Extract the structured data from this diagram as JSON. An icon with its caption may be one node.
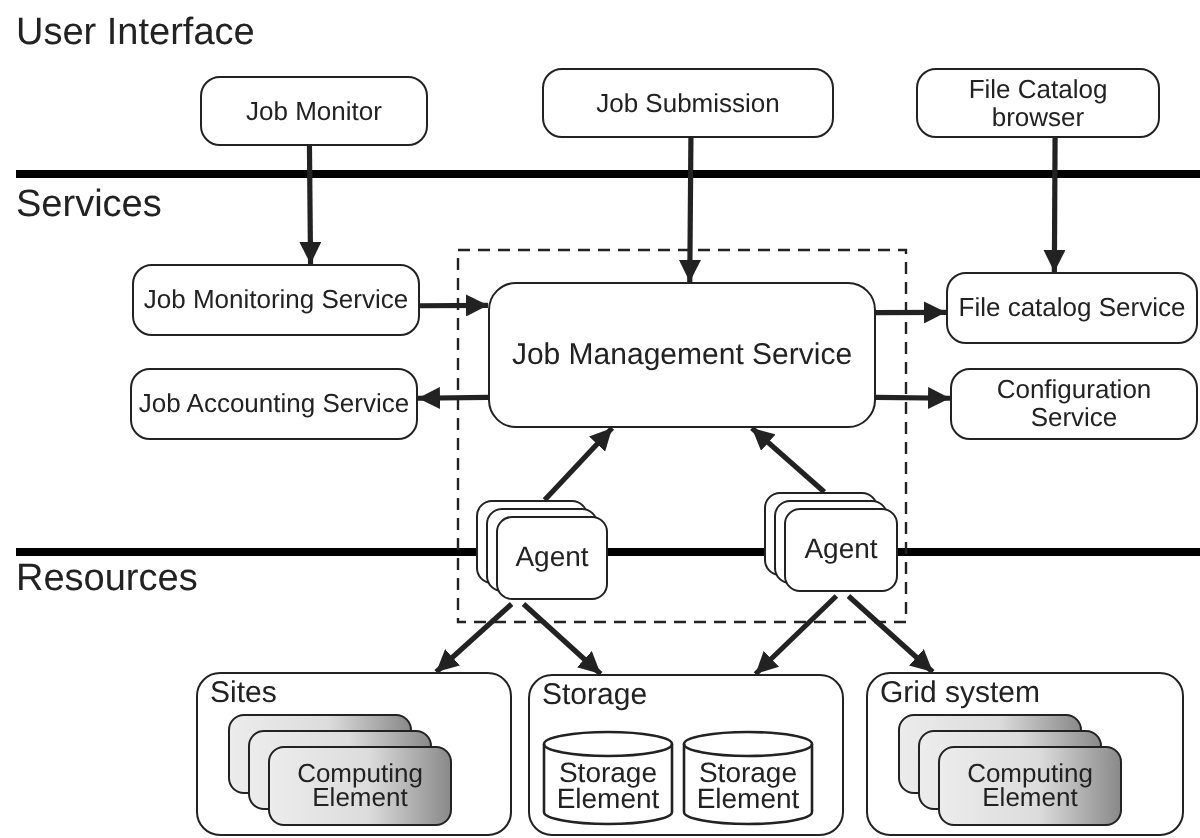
{
  "diagram": {
    "nodes": [
      {
        "text": [
          "Job Monitor"
        ]
      },
      {
        "text": [
          "Job Submission"
        ]
      },
      {
        "text": [
          "File Catalog browser"
        ]
      },
      {
        "text": [
          "Job Monitoring Service"
        ]
      },
      {
        "text": [
          "Job Accounting Service"
        ]
      },
      {
        "text": [
          "Job Management Service"
        ]
      },
      {
        "text": [
          "File catalog Service"
        ]
      },
      {
        "text": [
          "Configuration Service"
        ]
      },
      {
        "text": [
          "Agent"
        ]
      },
      {
        "text": [
          "Agent"
        ]
      },
      {
        "text": [
          "Sites"
        ]
      },
      {
        "text": [
          "Computing Element"
        ],
        "in": 10
      },
      {
        "text": [
          "Storage"
        ]
      },
      {
        "text": [
          "Storage Element"
        ],
        "in": 12
      },
      {
        "text": [
          "Storage Element"
        ],
        "in": 12
      },
      {
        "text": [
          "Grid system"
        ]
      },
      {
        "text": [
          "Computing Element"
        ],
        "in": 15
      }
    ],
    "edges": [
      {
        "from": 0,
        "to": 3,
        "arrow": "to"
      },
      {
        "from": 1,
        "to": 5,
        "arrow": "to"
      },
      {
        "from": 2,
        "to": 6,
        "arrow": "to"
      },
      {
        "from": 3,
        "to": 5,
        "arrow": "to"
      },
      {
        "from": 5,
        "to": 4,
        "arrow": "to"
      },
      {
        "from": 5,
        "to": 6,
        "arrow": "to"
      },
      {
        "from": 5,
        "to": 7,
        "arrow": "to"
      },
      {
        "from": 8,
        "to": 5,
        "arrow": "to"
      },
      {
        "from": 9,
        "to": 5,
        "arrow": "to"
      },
      {
        "from": 8,
        "to": 10,
        "arrow": "to"
      },
      {
        "from": 8,
        "to": 12,
        "arrow": "to"
      },
      {
        "from": 9,
        "to": 12,
        "arrow": "to"
      },
      {
        "from": 9,
        "to": 15,
        "arrow": "to"
      }
    ],
    "labels": [
      "User Interface",
      "Services",
      "Resources"
    ]
  }
}
